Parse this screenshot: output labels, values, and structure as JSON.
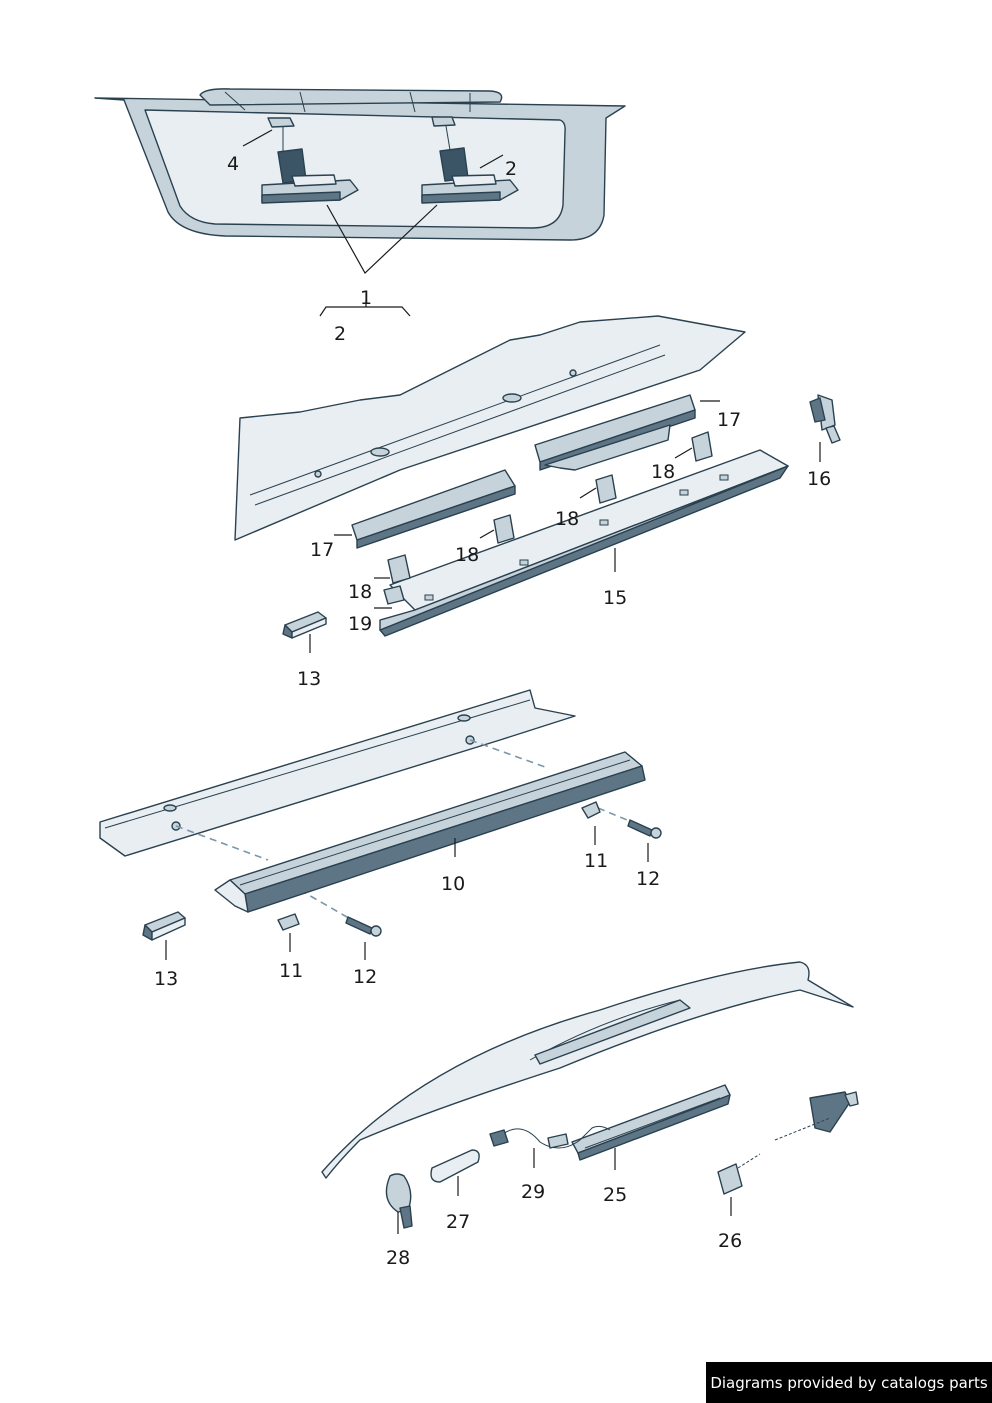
{
  "labels": {
    "l1": "1",
    "l2a": "2",
    "l2b": "2",
    "l4": "4",
    "l15": "15",
    "l16": "16",
    "l17a": "17",
    "l17b": "17",
    "l18a": "18",
    "l18b": "18",
    "l18c": "18",
    "l18d": "18",
    "l19": "19",
    "l13a": "13",
    "l13b": "13",
    "l10": "10",
    "l11a": "11",
    "l11b": "11",
    "l12a": "12",
    "l12b": "12",
    "l25": "25",
    "l26": "26",
    "l27": "27",
    "l28": "28",
    "l29": "29"
  },
  "credit": "Diagrams provided by catalogs parts"
}
